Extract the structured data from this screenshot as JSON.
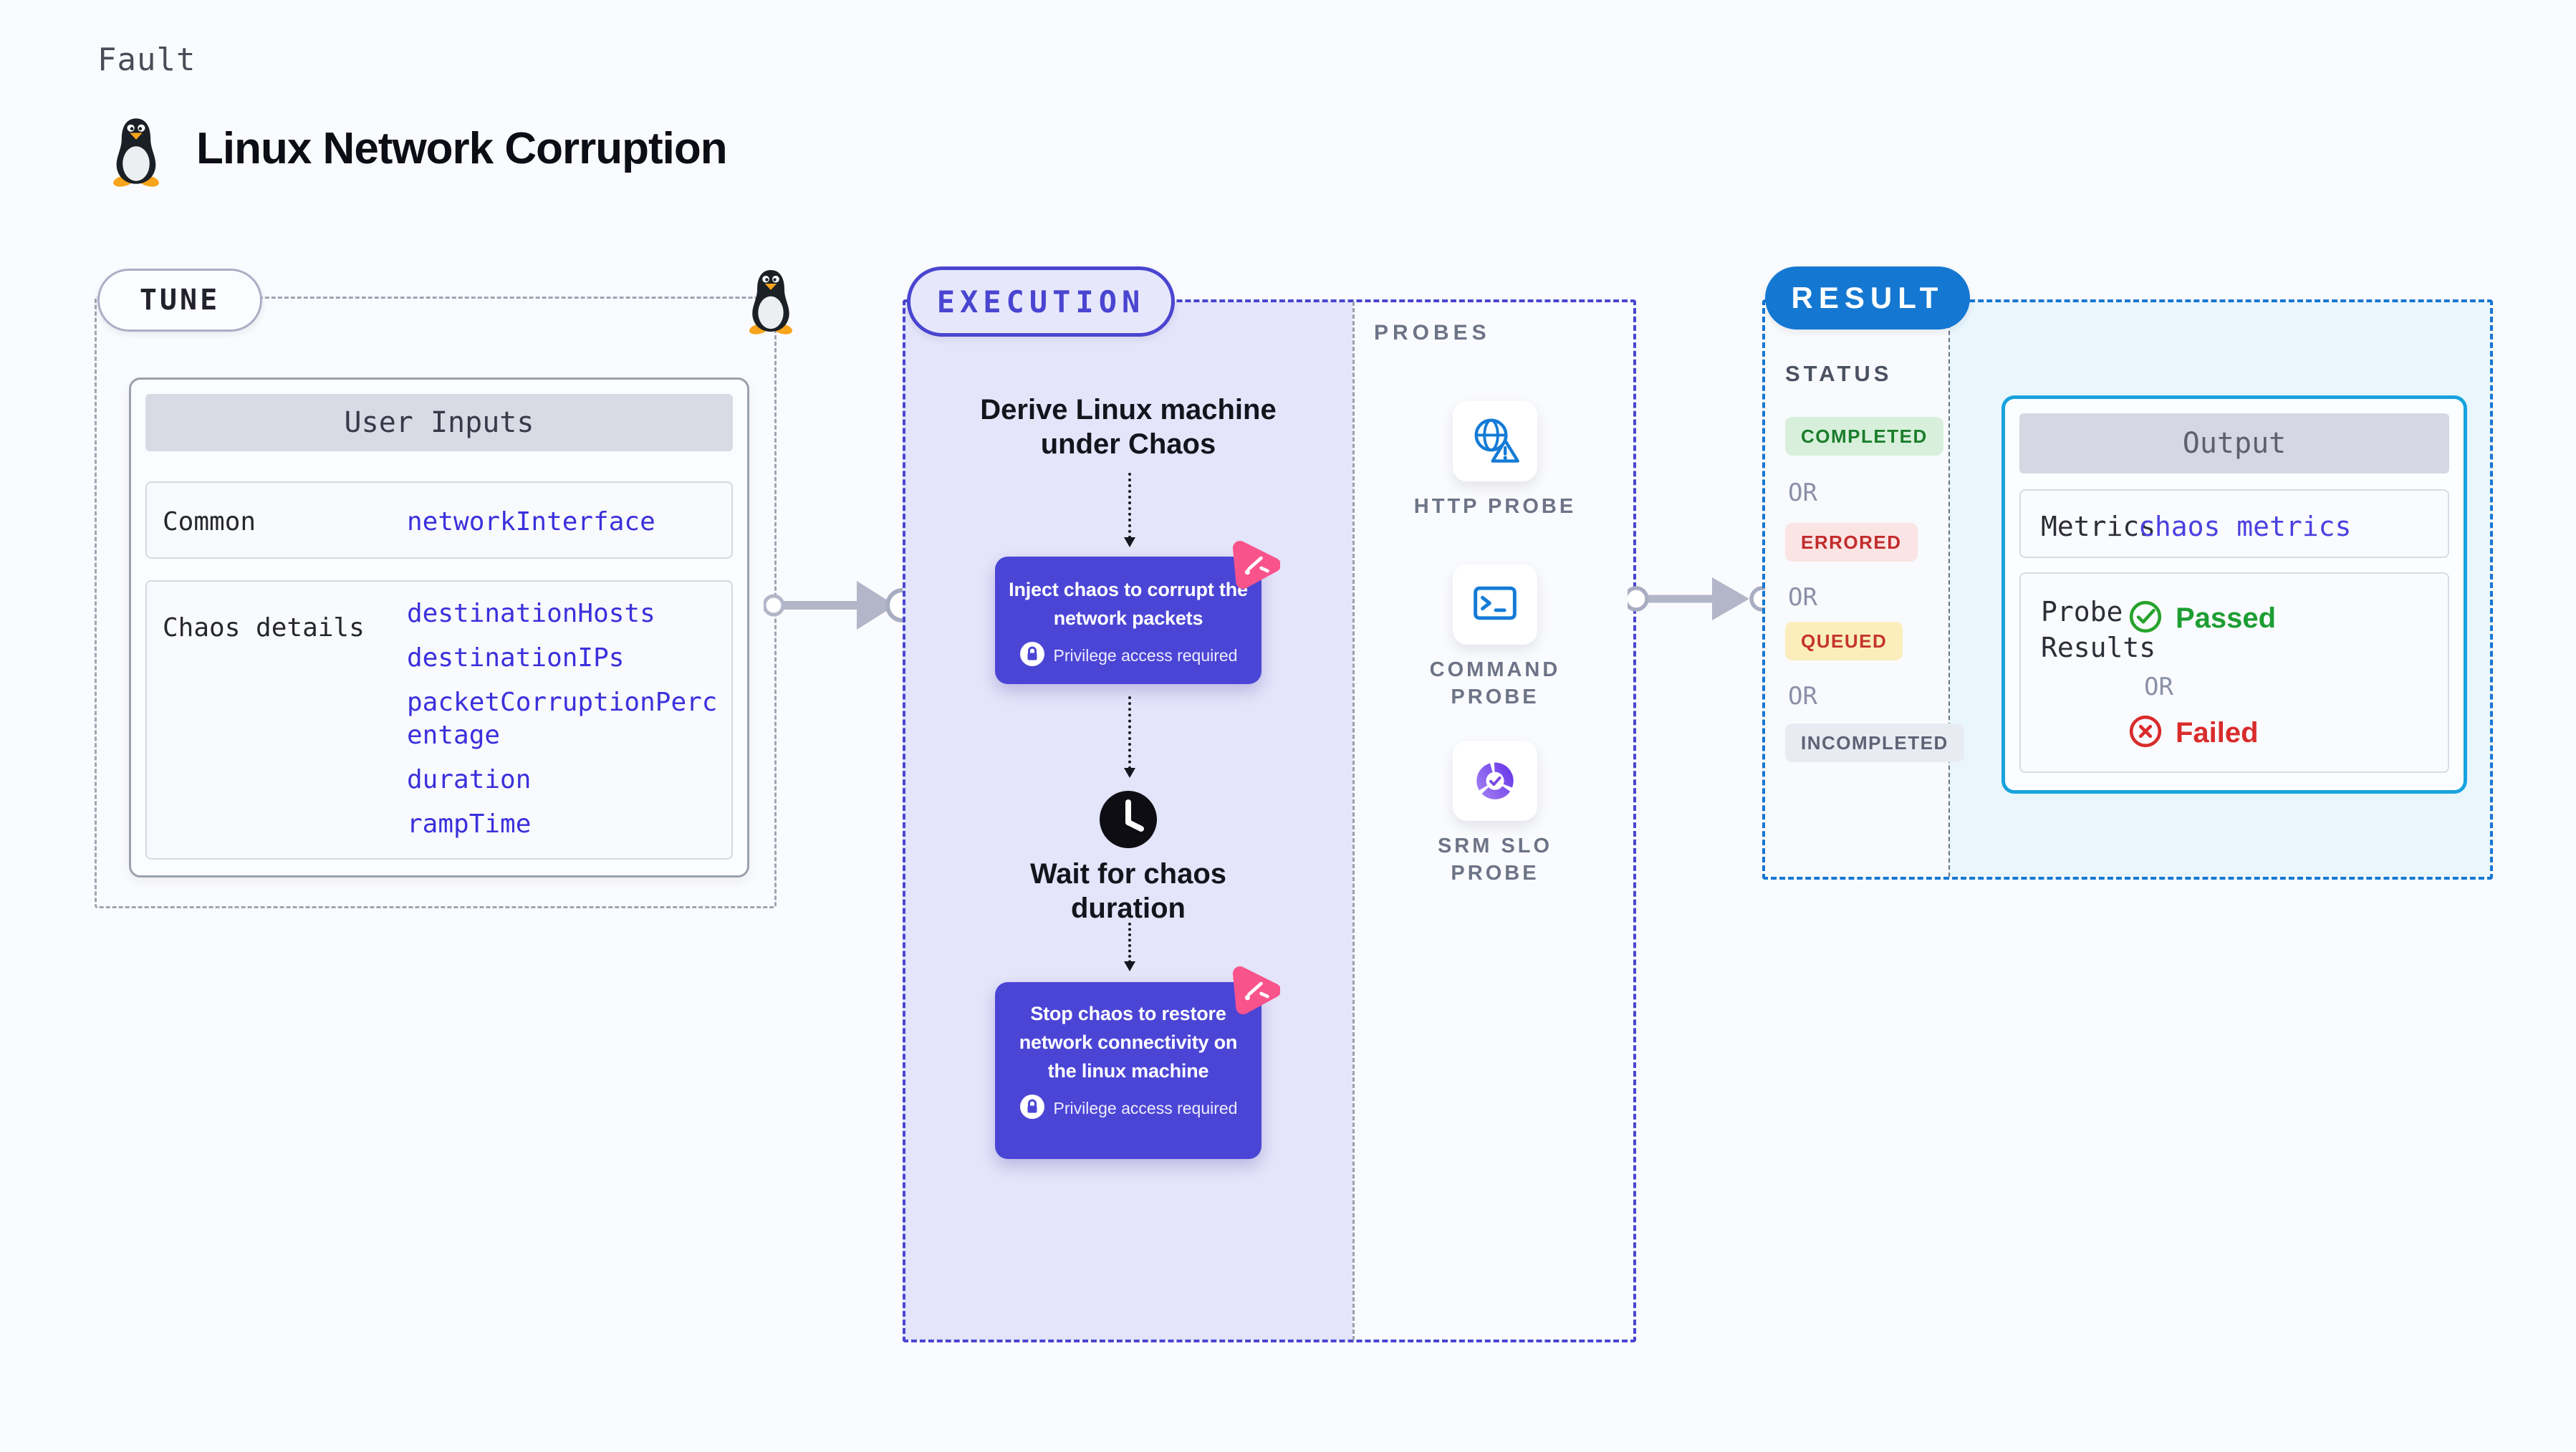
{
  "colors": {
    "accent_indigo": "#4A45D0",
    "accent_blue": "#1478D2",
    "accent_cyan": "#18A3DE",
    "accent_pink": "#F9538C",
    "lavender_fill": "#E4E4FA",
    "value_text": "#3B30DC",
    "passed_fg": "#1D9E33",
    "failed_fg": "#D92B2B"
  },
  "header": {
    "eyebrow": "Fault",
    "title": "Linux Network Corruption",
    "title_icon": "tux-penguin-icon"
  },
  "tune": {
    "badge": "TUNE",
    "corner_icon": "tux-penguin-icon",
    "card": {
      "header": "User Inputs",
      "rows": [
        {
          "label": "Common",
          "values": [
            "networkInterface"
          ]
        },
        {
          "label": "Chaos details",
          "values": [
            "destinationHosts",
            "destinationIPs",
            "packetCorruptionPercentage",
            "duration",
            "rampTime"
          ]
        }
      ]
    }
  },
  "execution": {
    "badge": "EXECUTION",
    "steps": {
      "derive": "Derive Linux machine under Chaos",
      "inject": {
        "text": "Inject chaos to corrupt the network packets",
        "note": "Privilege access required",
        "note_icon": "lock-icon",
        "corner_icon": "chaos-spark-icon"
      },
      "wait": "Wait for chaos duration",
      "wait_icon": "clock-icon",
      "stop": {
        "text": "Stop chaos to restore network connectivity on the linux machine",
        "note": "Privilege access required",
        "note_icon": "lock-icon",
        "corner_icon": "chaos-spark-icon"
      }
    }
  },
  "probes": {
    "label": "PROBES",
    "items": [
      {
        "label": "HTTP PROBE",
        "icon": "globe-alert-icon"
      },
      {
        "label": "COMMAND PROBE",
        "icon": "terminal-icon"
      },
      {
        "label": "SRM SLO PROBE",
        "icon": "slo-donut-icon"
      }
    ]
  },
  "result": {
    "badge": "RESULT",
    "status_label": "STATUS",
    "or_label": "OR",
    "statuses": [
      {
        "label": "COMPLETED",
        "bg": "#D8F0DB",
        "fg": "#1B7D2C"
      },
      {
        "label": "ERRORED",
        "bg": "#FBE4E4",
        "fg": "#C22B2B"
      },
      {
        "label": "QUEUED",
        "bg": "#FBEEBC",
        "fg": "#C5342B"
      },
      {
        "label": "INCOMPLETED",
        "bg": "#E9EBF3",
        "fg": "#5D6375"
      }
    ],
    "output": {
      "header": "Output",
      "metrics_label": "Metrics",
      "metrics_value": "chaos metrics",
      "probe_results_label": "Probe Results",
      "passed_label": "Passed",
      "failed_label": "Failed"
    }
  }
}
